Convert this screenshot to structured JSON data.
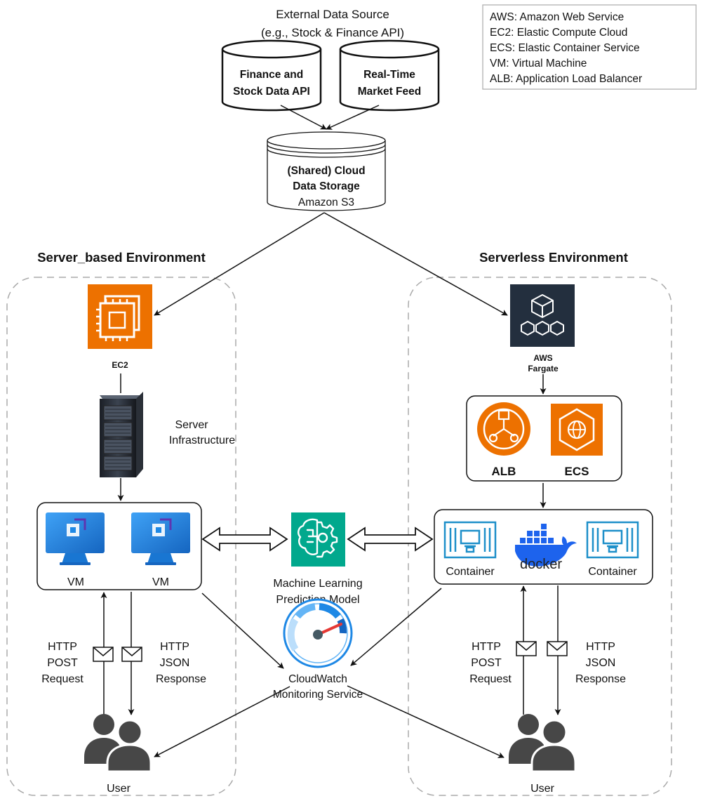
{
  "source": {
    "title_line1": "External Data Source",
    "title_line2": "(e.g., Stock & Finance API)",
    "db1_line1": "Finance and",
    "db1_line2": "Stock Data API",
    "db2_line1": "Real-Time",
    "db2_line2": "Market Feed"
  },
  "legend": {
    "items": [
      "AWS: Amazon Web Service",
      "EC2: Elastic Compute Cloud",
      "ECS: Elastic Container Service",
      "VM: Virtual Machine",
      "ALB: Application Load Balancer"
    ]
  },
  "storage": {
    "line1": "(Shared) Cloud",
    "line2": "Data Storage",
    "line3": "Amazon S3"
  },
  "server_env": {
    "title": "Server_based Environment",
    "ec2_label": "EC2",
    "infra_line1": "Server",
    "infra_line2": "Infrastructure",
    "vm1_label": "VM",
    "vm2_label": "VM",
    "post_line1": "HTTP",
    "post_line2": "POST",
    "post_line3": "Request",
    "resp_line1": "HTTP",
    "resp_line2": "JSON",
    "resp_line3": "Response",
    "user_label": "User"
  },
  "serverless_env": {
    "title": "Serverless Environment",
    "fargate_line1": "AWS",
    "fargate_line2": "Fargate",
    "alb_label": "ALB",
    "ecs_label": "ECS",
    "container1_label": "Container",
    "docker_label": "docker",
    "container2_label": "Container",
    "post_line1": "HTTP",
    "post_line2": "POST",
    "post_line3": "Request",
    "resp_line1": "HTTP",
    "resp_line2": "JSON",
    "resp_line3": "Response",
    "user_label": "User"
  },
  "ml": {
    "line1": "Machine Learning",
    "line2": "Prediction Model"
  },
  "cloudwatch": {
    "line1": "CloudWatch",
    "line2": "Monitoring Service"
  },
  "colors": {
    "aws_orange": "#ED7100",
    "fargate_dark": "#232F3E",
    "vm_blue": "#1E88E5",
    "ml_green": "#01A88D",
    "container_blue": "#1D8FC9",
    "docker_blue": "#1D63ED",
    "gauge_blue": "#1E88E5"
  }
}
